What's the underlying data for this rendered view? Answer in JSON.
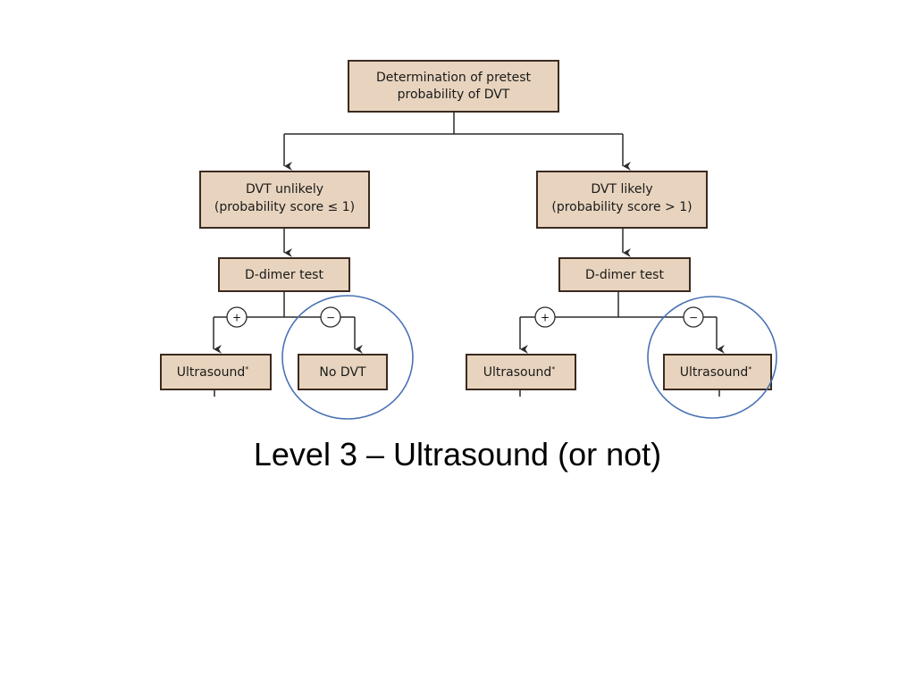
{
  "caption": "Level 3 – Ultrasound (or not)",
  "flowchart": {
    "root": {
      "line1": "Determination of pretest",
      "line2": "probability of DVT"
    },
    "left": {
      "risk_line1": "DVT unlikely",
      "risk_line2": "(probability score ≤ 1)",
      "test": "D-dimer test",
      "positive_sign": "+",
      "negative_sign": "−",
      "positive_outcome": "Ultrasound",
      "negative_outcome": "No DVT"
    },
    "right": {
      "risk_line1": "DVT likely",
      "risk_line2": "(probability score > 1)",
      "test": "D-dimer test",
      "positive_sign": "+",
      "negative_sign": "−",
      "positive_outcome": "Ultrasound",
      "negative_outcome": "Ultrasound"
    },
    "footnote_marker": "*",
    "highlight_color": "#4a72b5",
    "box_color": "#e8d4be"
  }
}
